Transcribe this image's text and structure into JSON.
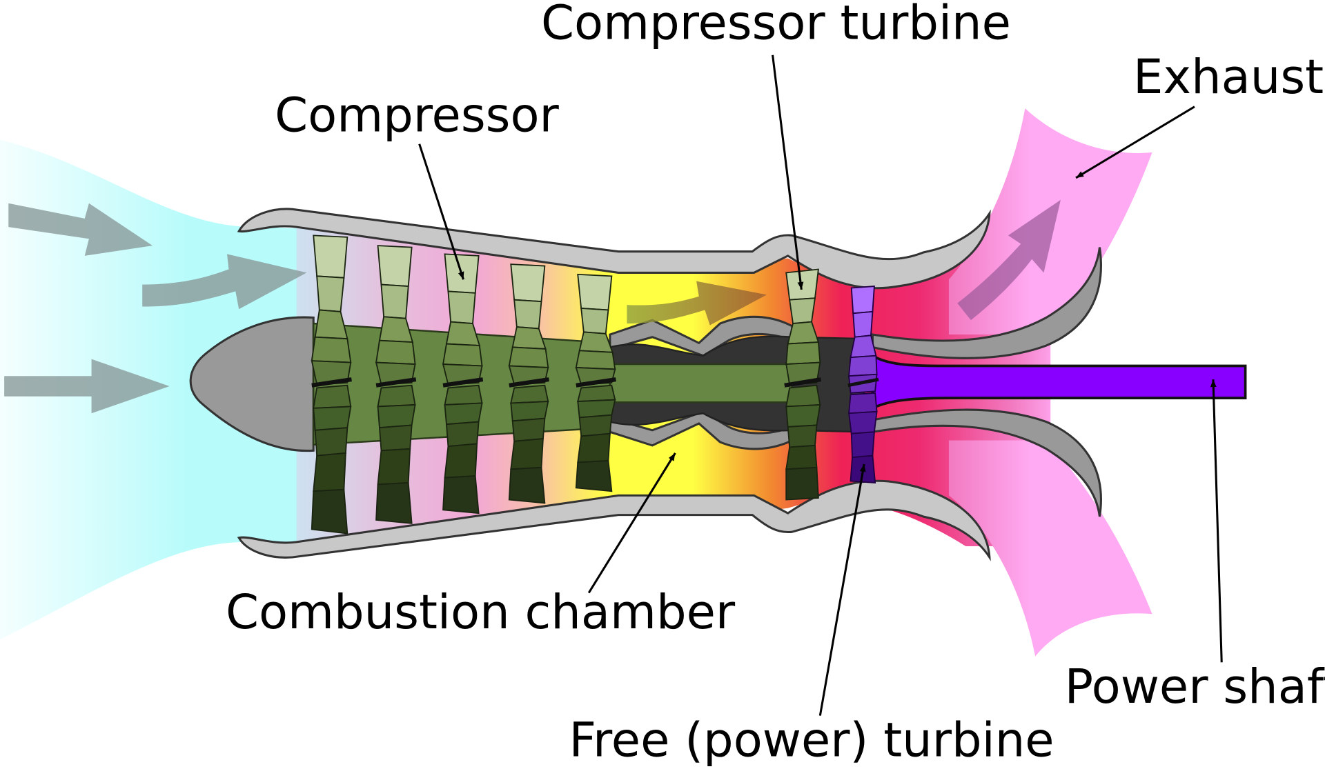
{
  "labels": {
    "compressor_turbine": "Compressor turbine",
    "exhaust": "Exhaust",
    "compressor": "Compressor",
    "combustion_chamber": "Combustion chamber",
    "power_shaft": "Power shaft",
    "free_power_turbine": "Free (power) turbine"
  },
  "colors": {
    "intake_air": "#b8fbfb",
    "casing": "#c8c8c8",
    "spinner": "#999999",
    "compressor_rotor": "#668844",
    "combustion_core": "#333333",
    "combustion_gas": "#ffff44",
    "hot_gas": "#ee2255",
    "exhaust": "#ffaaf2",
    "power_turbine": "#8800ff",
    "flow_arrow": "#8a9a9a"
  },
  "icons": [
    "flow-arrow-icon",
    "leader-arrow-icon"
  ]
}
